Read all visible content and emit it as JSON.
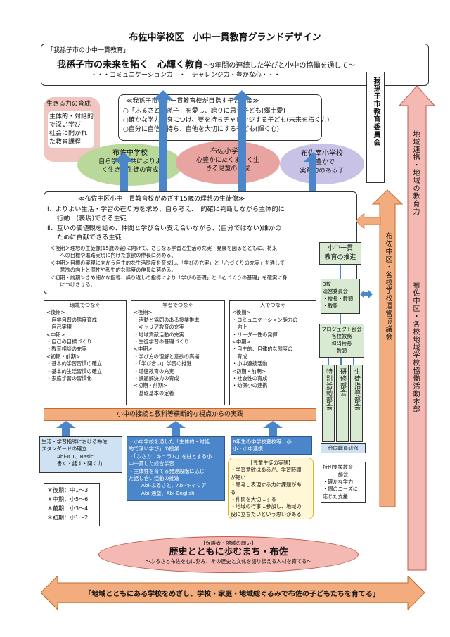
{
  "title": "布佐中学校区　小中一貫教育グランドデザイン",
  "vision": {
    "tag": "「我孫子市の小中一貫教育」",
    "main": "我孫子市の未来を拓く　心輝く教育",
    "sub": "～9年間の連続した学びと小中の協働を通して～",
    "values": "・・・コミュニケーションカ　・　チャレンジカ・豊かな心・・・"
  },
  "child_image": {
    "title": "≪我孫子市小中一貫教育校が目指す子ども像≫",
    "items": [
      "○「ふるさと我孫子」を愛し、誇りに思う子ども(郷土愛)",
      "○確かな学力を身につけ、夢を持ちチャレンジする子ども(未来を拓く力)",
      "○自分に自信を持ち、自他を大切にする子ども(輝く心)"
    ]
  },
  "ikiru": {
    "title": "生きる力の育成",
    "lines": [
      "主体的・対話的",
      "で深い学び",
      "社会に開かれ",
      "た教育課程"
    ]
  },
  "schools": [
    {
      "name": "布佐中学校",
      "lines": [
        "自ら学び、共によりよ",
        "く生きる生徒の育成"
      ]
    },
    {
      "name": "布佐小学校",
      "lines": [
        "心豊かにたくましく生",
        "きる児童の育成"
      ]
    },
    {
      "name": "布佐南小学校",
      "lines": [
        "心豊かで",
        "実践力のある子"
      ]
    }
  ],
  "ideal": {
    "title": "≪布佐中区小中一貫教育校がめざす15歳の理想の生徒像≫",
    "p1a": "Ⅰ．よりよい生活・学習の在り方を求め、自ら考え、　的確に判断しながら主体的に",
    "p1b": "行動　(表現)できる生徒",
    "p2a": "Ⅱ．互いの価値観を認め、仲間と学び合い支え合いながら、(自分ではない)誰かの",
    "p2b": "ために貢献できる生徒",
    "notes": [
      "＜後期＞理想の生徒像(15歳の姿)に向けて、さらなる学習と生活の充実・発展を図るとともに、将来",
      "　　への目標や進路実現に向けた意欲の伸長に努める。",
      "＜中期＞目標の実現に向かう自主的な生活態度を育成し、「学びの充実」と「心づくりの充実」を通して",
      "　　意欲の向上と個性や私生的な態度の伸長に努める。",
      "＜初期・前期＞きめ細かな指導、繰り返しの指導により「学びの基礎」と「心づくりの基礎」を確実に身",
      "　　につけさせる。"
    ]
  },
  "columns": [
    {
      "title": "環境でつなぐ",
      "lines": [
        "<後期>",
        "・自学自習の態度育成",
        "・自己実現",
        "<中期>",
        "・自己の目標づくり",
        "・教育相談の充実",
        "<初期・前期>",
        "・基本的学習習慣の確立",
        "・基本的生活習慣の確立",
        "・家庭学習の習慣化"
      ]
    },
    {
      "title": "学習でつなぐ",
      "lines": [
        "<後期>",
        "・活動と協同のある授業推進",
        "・キャリア教育の充実",
        "・地域貢献活動の充実",
        "・生徒学習の基礎づくり",
        "<中期>",
        "・学び方の理解と意欲の高揚",
        "・「学び合い」学習の推進",
        "・道徳教育の充実",
        "・課題解決力の育成",
        "<初期・前期>",
        "・基礎基本の定着"
      ]
    },
    {
      "title": "人でつなぐ",
      "lines": [
        "<後期>",
        "・コミュニケーション能力の",
        "　向上",
        "・リーダー性の発揮",
        "<中期>",
        "・自主的、自律的な態度の",
        "　育成",
        "・小中連携活動",
        "<初期・前期>",
        "・社会性の育成",
        "・幼保小の連携"
      ]
    }
  ],
  "practice_bar": "小中の接続と教科等横断的な視点からの実践",
  "bottom_blocks": [
    {
      "lines": [
        "生活・学習指導における布佐",
        "スタンダードの確立",
        "Abi-ICT、Basic",
        "書く・話す・聞く力"
      ]
    },
    {
      "lines": [
        "・小中学校を通した「主体的・対話",
        "的で深い学び」の授業",
        "・「ふさカリキュラム」を柱とする小",
        "中一貫した総合学習",
        "・主体性を育てる発達段階に応じ",
        "た話し合い活動の推進",
        "Abi-ふるさと、Abi-キャリア",
        "Abi-通塾、Abi-English"
      ]
    },
    {
      "lines": [
        "6年生の中学校登校等、小",
        "小・小中連携"
      ]
    }
  ],
  "periods": [
    "＊後期：中1～3",
    "＊中期：小5～6",
    "＊前期：小3～4",
    "＊初期：小1～2"
  ],
  "jitai": {
    "title": "【児童生徒の実態】",
    "lines": [
      "・学習意欲はあるが、学習時間",
      "が短い",
      "・思考し表現する力に課題があ",
      "る",
      "・仲間を大切にする",
      "・地域の行事に参加し、地域の",
      "役に立ちたいという思いがある"
    ]
  },
  "org": {
    "board": "我孫子市教育委員会",
    "suishin": [
      "小中一貫",
      "教育の推進"
    ],
    "unei": [
      "3校",
      "運営委員会",
      "・校長・教頭",
      "・教務"
    ],
    "project": [
      "プロジェクト部会",
      "各校教務",
      "担当校長",
      "教頭"
    ],
    "bukai": [
      "特別活動部会",
      "研修部会",
      "生徒指導部会"
    ],
    "goudou": "合同職員研修",
    "tokubetsu": [
      "特別支援教育",
      "部会",
      "・確かな学力",
      "・個のニーズに",
      "応じた支援"
    ],
    "council": "布佐中区・各校学校運営協議会",
    "region_top": "地域連携・地域の教育力",
    "region_bottom": "布佐中区・各校地域学校協働活動本部"
  },
  "community": {
    "tag": "【保護者・地域の願い】",
    "main": "歴史とともに歩むまち・布佐",
    "sub": "～ふるさと布佐を心に刻み、その歴史と文化を語り伝える人材を育てる～"
  },
  "footer": "「地域とともにある学校をめざし、学校・家庭・地域総ぐるみで布佐の子どもたちを育てる」",
  "colors": {
    "school_green": "#b8d99a",
    "school_red": "#e8a4a0",
    "school_purple": "#c7c2e6",
    "pink": "#f4b9b2",
    "blue": "#4a86c9",
    "orange": "#f2ac7d",
    "lightblue": "#cfe2f3",
    "mint": "#d9ead3",
    "pink_bubble": "#f2c6c0"
  }
}
